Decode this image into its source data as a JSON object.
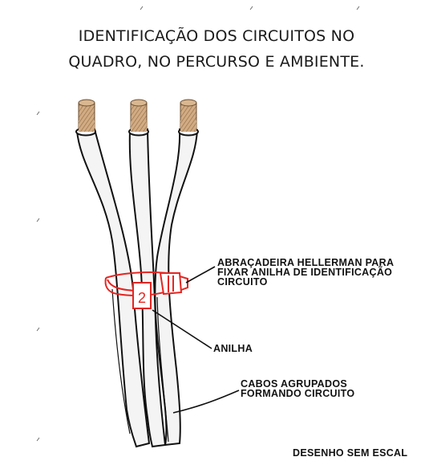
{
  "title": {
    "line1": "IDENTIFICAÇÃO DOS CIRCUITOS NO",
    "line2": "QUADRO, NO PERCURSO E AMBIENTE."
  },
  "labels": {
    "clamp_line1": "ABRAÇADEIRA HELLERMAN PARA",
    "clamp_line2": "FIXAR ANILHA DE IDENTIFICAÇÃO",
    "clamp_line3": "CIRCUITO",
    "ring": "ANILHA",
    "cables_line1": "CABOS AGRUPADOS",
    "cables_line2": "FORMANDO CIRCUITO",
    "scale_note": "DESENHO SEM ESCAL"
  },
  "ring_number": "2",
  "colors": {
    "clamp": "#e52521",
    "cable_fill": "#f4f4f4",
    "cable_outline": "#111111",
    "copper": "#c9a27a",
    "copper_dark": "#8a6a48"
  }
}
